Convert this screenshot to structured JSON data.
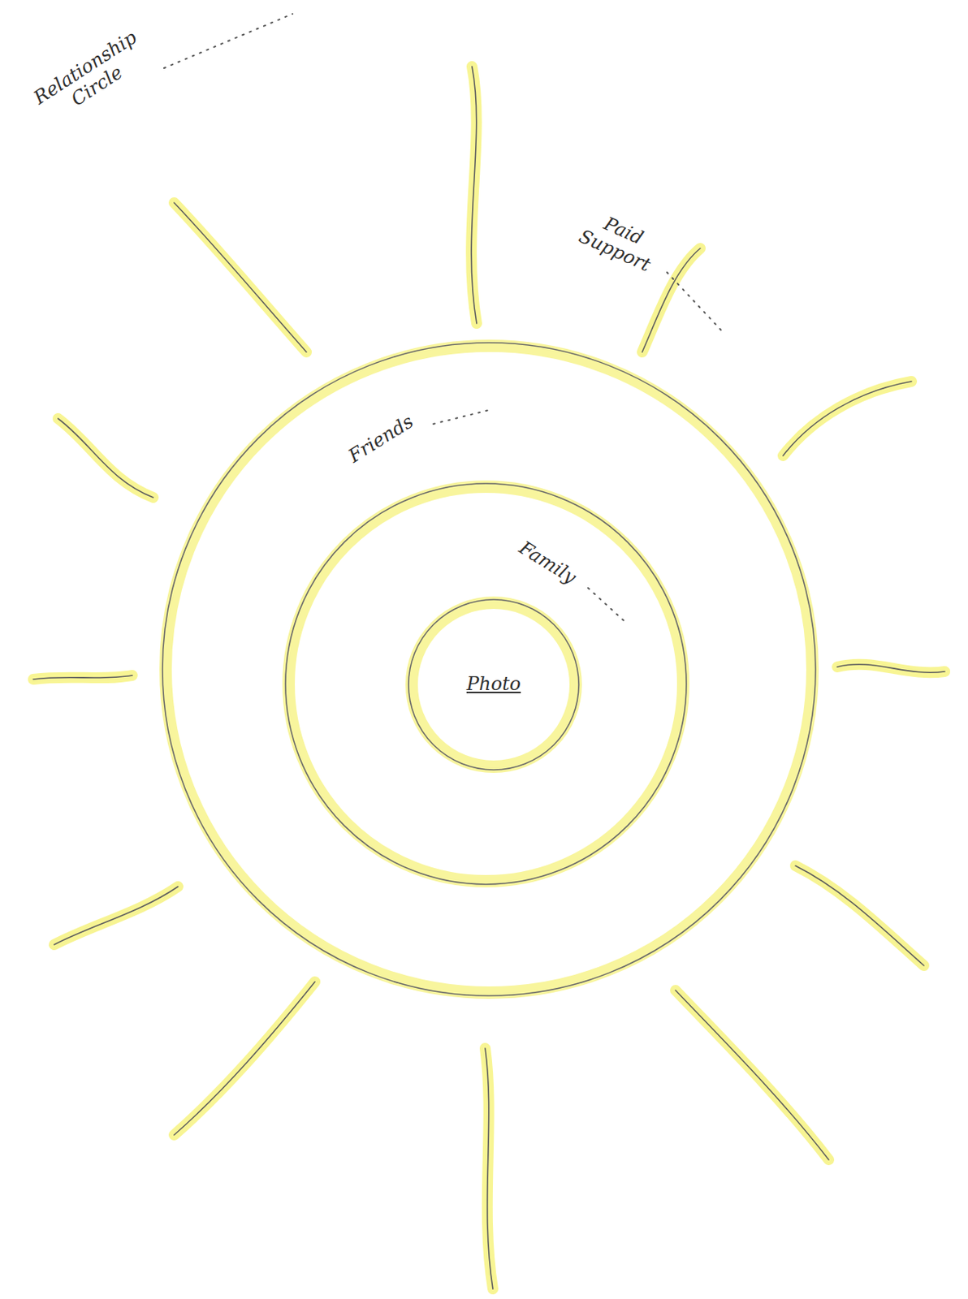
{
  "diagram": {
    "title": "Relationship Circle",
    "nodes": [
      {
        "text": [
          "Friends"
        ]
      },
      {
        "text": [
          "Family"
        ],
        "in": 0
      },
      {
        "text": [
          "Photo"
        ],
        "in": 1
      }
    ],
    "labels": [
      "Paid Support"
    ]
  }
}
